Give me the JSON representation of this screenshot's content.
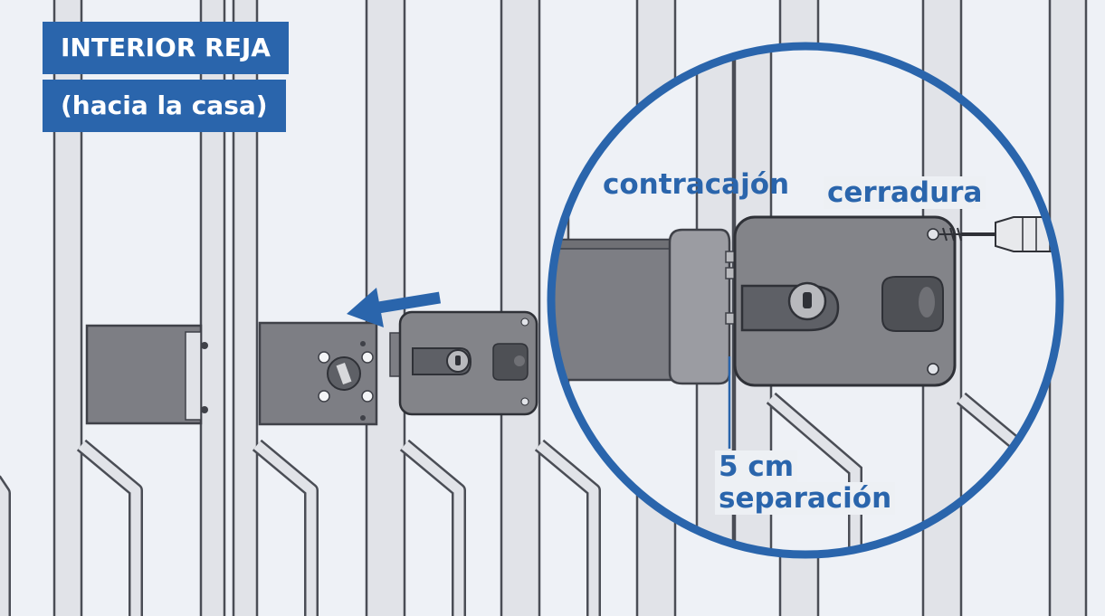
{
  "header": {
    "line1": "INTERIOR REJA",
    "line2": "(hacia la casa)"
  },
  "callouts": {
    "counter_box": "contracajón",
    "lock": "cerradura",
    "gap_value": "5 cm",
    "gap_label": "separación"
  },
  "colors": {
    "background": "#eef1f6",
    "accent_blue": "#2a65ac",
    "bar_fill": "#e1e3e8",
    "bar_outline": "#4a4d55",
    "metal_dark": "#7d7e84",
    "metal_light": "#9b9ca2",
    "lock_body": "#838489"
  },
  "icons": {
    "direction": "arrow-left-icon",
    "key": "keyhole-icon",
    "screw": "screw-icon",
    "screwdriver": "screwdriver-icon"
  }
}
